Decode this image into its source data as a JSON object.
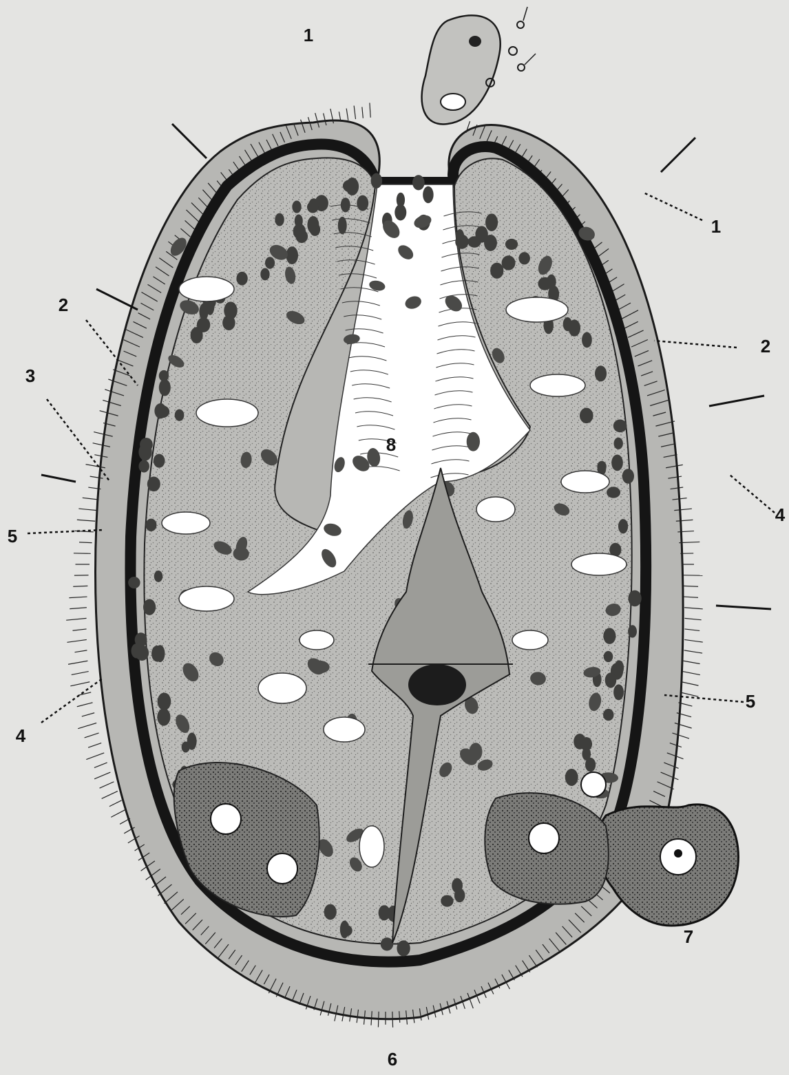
{
  "figure": {
    "labels": [
      {
        "id": "label-1-top",
        "text": "1"
      },
      {
        "id": "label-1-right",
        "text": "1"
      },
      {
        "id": "label-2-left",
        "text": "2"
      },
      {
        "id": "label-2-right",
        "text": "2"
      },
      {
        "id": "label-3",
        "text": "3"
      },
      {
        "id": "label-4-right",
        "text": "4"
      },
      {
        "id": "label-4-left",
        "text": "4"
      },
      {
        "id": "label-5-left",
        "text": "5"
      },
      {
        "id": "label-5-right",
        "text": "5"
      },
      {
        "id": "label-6",
        "text": "6"
      },
      {
        "id": "label-7",
        "text": "7"
      },
      {
        "id": "label-8",
        "text": "8"
      }
    ]
  },
  "colors": {
    "background": "#e4e4e2",
    "ink": "#111111",
    "cytoplasm": "#b9b9b6",
    "cavity": "#ffffff",
    "basal_membrane": "#1c1c1c",
    "nucleus": "#4a4a48"
  }
}
